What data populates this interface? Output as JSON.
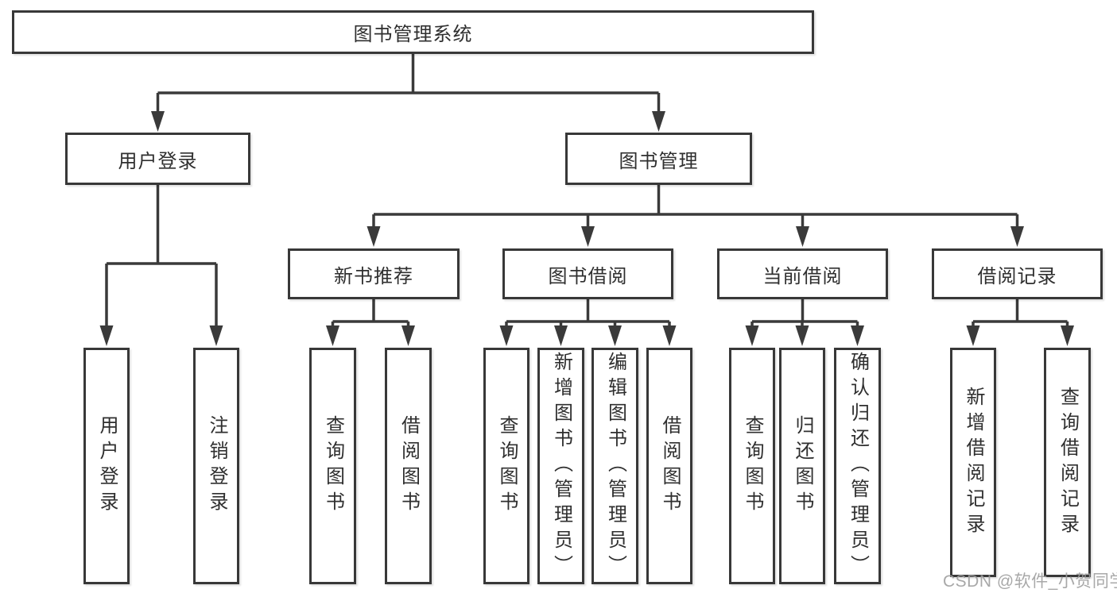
{
  "diagram": {
    "title": "图书管理系统",
    "watermark": "CSDN @软件_小贺同学",
    "colors": {
      "line": "#3a3a3a",
      "box_border": "#383838",
      "text": "#2f2f2f",
      "watermark": "#9e9e9e",
      "background": "#ffffff"
    },
    "nodes": {
      "root": {
        "label": "图书管理系统"
      },
      "branches": [
        {
          "label": "用户登录"
        },
        {
          "label": "图书管理"
        }
      ],
      "modules": [
        {
          "label": "新书推荐",
          "parent": "图书管理"
        },
        {
          "label": "图书借阅",
          "parent": "图书管理"
        },
        {
          "label": "当前借阅",
          "parent": "图书管理"
        },
        {
          "label": "借阅记录",
          "parent": "图书管理"
        }
      ],
      "functions": [
        {
          "label": "用户登录",
          "parent": "用户登录"
        },
        {
          "label": "注销登录",
          "parent": "用户登录"
        },
        {
          "label": "查询图书",
          "parent": "新书推荐"
        },
        {
          "label": "借阅图书",
          "parent": "新书推荐"
        },
        {
          "label": "查询图书",
          "parent": "图书借阅"
        },
        {
          "label": "新增图书（管理员）",
          "parent": "图书借阅"
        },
        {
          "label": "编辑图书（管理员）",
          "parent": "图书借阅"
        },
        {
          "label": "借阅图书",
          "parent": "图书借阅"
        },
        {
          "label": "查询图书",
          "parent": "当前借阅"
        },
        {
          "label": "归还图书",
          "parent": "当前借阅"
        },
        {
          "label": "确认归还（管理员）",
          "parent": "当前借阅"
        },
        {
          "label": "新增借阅记录",
          "parent": "借阅记录"
        },
        {
          "label": "查询借阅记录",
          "parent": "借阅记录"
        }
      ]
    }
  }
}
